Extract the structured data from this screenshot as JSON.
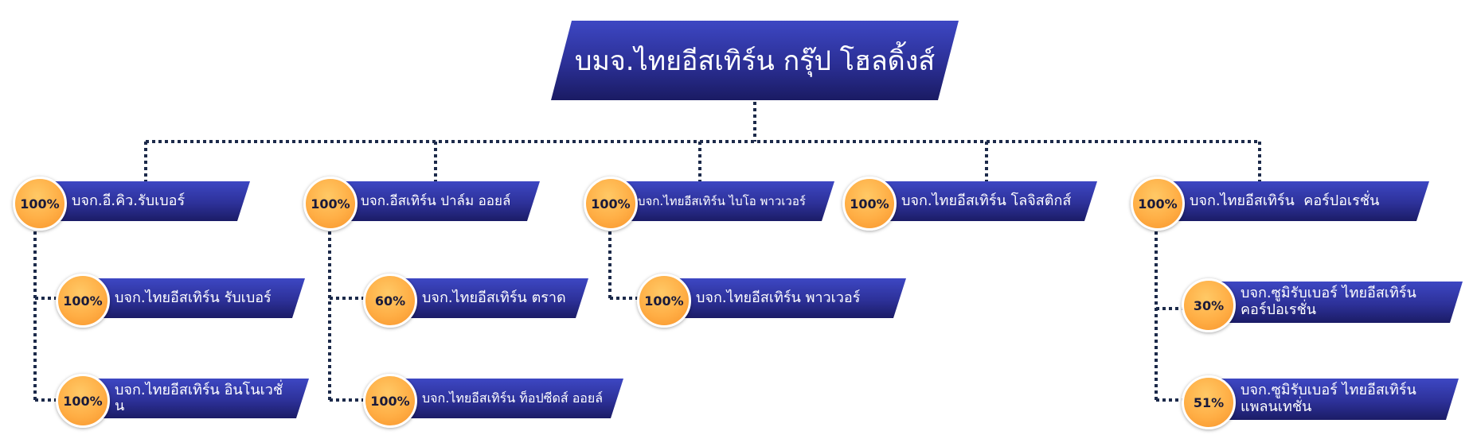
{
  "root": {
    "label": "บมจ.ไทยอีสเทิร์น กรุ๊ป โฮลดิ้งส์"
  },
  "level1": [
    {
      "label": "บจก.อี.คิว.รับเบอร์",
      "percent": "100%"
    },
    {
      "label": "บจก.อีสเทิร์น ปาล์ม ออยล์",
      "percent": "100%"
    },
    {
      "label": "บจก.ไทยอีสเทิร์น ไบโอ พาวเวอร์",
      "percent": "100%"
    },
    {
      "label": "บจก.ไทยอีสเทิร์น โลจิสติกส์",
      "percent": "100%"
    },
    {
      "label": "บจก.ไทยอีสเทิร์น  คอร์ปอเรชั่น",
      "percent": "100%"
    }
  ],
  "level2": [
    {
      "label": "บจก.ไทยอีสเทิร์น รับเบอร์",
      "percent": "100%"
    },
    {
      "label": "บจก.ไทยอีสเทิร์น อินโนเวชั่น",
      "percent": "100%"
    },
    {
      "label": "บจก.ไทยอีสเทิร์น ตราด",
      "percent": "60%"
    },
    {
      "label": "บจก.ไทยอีสเทิร์น ท็อปซีดส์ ออยล์",
      "percent": "100%"
    },
    {
      "label": "บจก.ไทยอีสเทิร์น พาวเวอร์",
      "percent": "100%"
    },
    {
      "label_line1": "บจก.ซูมิรับเบอร์ ไทยอีสเทิร์น",
      "label_line2": "คอร์ปอเรชั่น",
      "percent": "30%"
    },
    {
      "label_line1": "บจก.ซูมิรับเบอร์ ไทยอีสเทิร์น",
      "label_line2": "แพลนเทชั่น",
      "percent": "51%"
    }
  ]
}
